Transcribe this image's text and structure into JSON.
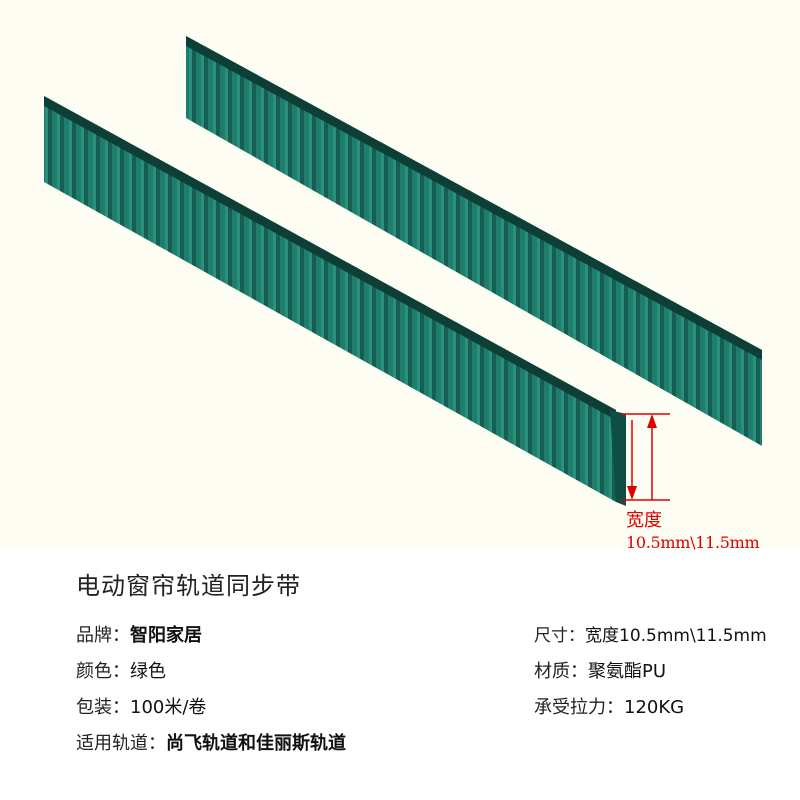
{
  "product": {
    "title": "电动窗帘轨道同步带",
    "width_annotation": {
      "label": "宽度",
      "value": "10.5mm\\11.5mm"
    },
    "specs_left": [
      {
        "key": "品牌：",
        "value": "智阳家居"
      },
      {
        "key": "颜色：",
        "value": "绿色"
      },
      {
        "key": "包装：",
        "value": "100米/卷"
      },
      {
        "key": "适用轨道：",
        "value": "尚飞轨道和佳丽斯轨道"
      }
    ],
    "specs_right": [
      {
        "key": "尺寸：",
        "value": "宽度10.5mm\\11.5mm"
      },
      {
        "key": "材质：",
        "value": "聚氨酯PU"
      },
      {
        "key": "承受拉力：",
        "value": "120KG"
      }
    ]
  },
  "colors": {
    "belt": "#1e7a6a",
    "belt_dark": "#0f4e44",
    "arrow": "#e00000"
  }
}
